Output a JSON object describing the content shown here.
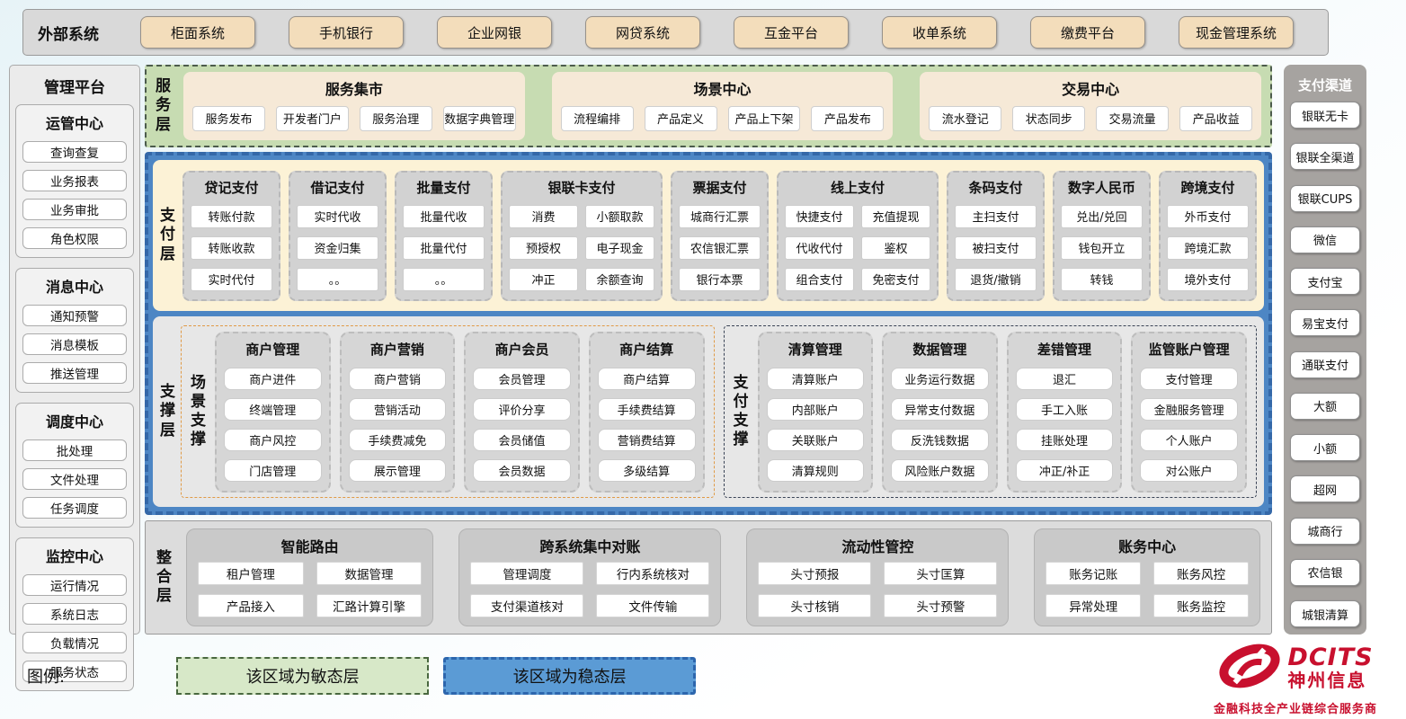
{
  "external_systems": {
    "label": "外部系统",
    "items": [
      "柜面系统",
      "手机银行",
      "企业网银",
      "网贷系统",
      "互金平台",
      "收单系统",
      "缴费平台",
      "现金管理系统"
    ]
  },
  "management_platform": {
    "title": "管理平台",
    "groups": [
      {
        "title": "运管中心",
        "items": [
          "查询查复",
          "业务报表",
          "业务审批",
          "角色权限"
        ]
      },
      {
        "title": "消息中心",
        "items": [
          "通知预警",
          "消息模板",
          "推送管理"
        ]
      },
      {
        "title": "调度中心",
        "items": [
          "批处理",
          "文件处理",
          "任务调度"
        ]
      },
      {
        "title": "监控中心",
        "items": [
          "运行情况",
          "系统日志",
          "负载情况",
          "服务状态"
        ]
      }
    ]
  },
  "service_layer": {
    "label": "服务层",
    "groups": [
      {
        "title": "服务集市",
        "items": [
          "服务发布",
          "开发者门户",
          "服务治理",
          "数据字典管理"
        ]
      },
      {
        "title": "场景中心",
        "items": [
          "流程编排",
          "产品定义",
          "产品上下架",
          "产品发布"
        ]
      },
      {
        "title": "交易中心",
        "items": [
          "流水登记",
          "状态同步",
          "交易流量",
          "产品收益"
        ]
      }
    ]
  },
  "payment_layer": {
    "label": "支付层",
    "columns": [
      {
        "title": "贷记支付",
        "cols": 1,
        "items": [
          "转账付款",
          "转账收款",
          "实时代付"
        ]
      },
      {
        "title": "借记支付",
        "cols": 1,
        "items": [
          "实时代收",
          "资金归集",
          "。。"
        ]
      },
      {
        "title": "批量支付",
        "cols": 1,
        "items": [
          "批量代收",
          "批量代付",
          "。。"
        ]
      },
      {
        "title": "银联卡支付",
        "cols": 2,
        "items": [
          "消费",
          "小额取款",
          "预授权",
          "电子现金",
          "冲正",
          "余额查询"
        ]
      },
      {
        "title": "票据支付",
        "cols": 1,
        "items": [
          "城商行汇票",
          "农信银汇票",
          "银行本票"
        ]
      },
      {
        "title": "线上支付",
        "cols": 2,
        "items": [
          "快捷支付",
          "充值提现",
          "代收代付",
          "鉴权",
          "组合支付",
          "免密支付"
        ]
      },
      {
        "title": "条码支付",
        "cols": 1,
        "items": [
          "主扫支付",
          "被扫支付",
          "退货/撤销"
        ]
      },
      {
        "title": "数字人民币",
        "cols": 1,
        "items": [
          "兑出/兑回",
          "钱包开立",
          "转钱"
        ]
      },
      {
        "title": "跨境支付",
        "cols": 1,
        "items": [
          "外币支付",
          "跨境汇款",
          "境外支付"
        ]
      }
    ]
  },
  "support_layer": {
    "label": "支撑层",
    "sections": [
      {
        "label": "场景支撑",
        "border": "orange",
        "columns": [
          {
            "title": "商户管理",
            "items": [
              "商户进件",
              "终端管理",
              "商户风控",
              "门店管理"
            ]
          },
          {
            "title": "商户营销",
            "items": [
              "商户营销",
              "营销活动",
              "手续费减免",
              "展示管理"
            ]
          },
          {
            "title": "商户会员",
            "items": [
              "会员管理",
              "评价分享",
              "会员储值",
              "会员数据"
            ]
          },
          {
            "title": "商户结算",
            "items": [
              "商户结算",
              "手续费结算",
              "营销费结算",
              "多级结算"
            ]
          }
        ]
      },
      {
        "label": "支付支撑",
        "border": "dark",
        "columns": [
          {
            "title": "清算管理",
            "items": [
              "清算账户",
              "内部账户",
              "关联账户",
              "清算规则"
            ]
          },
          {
            "title": "数据管理",
            "items": [
              "业务运行数据",
              "异常支付数据",
              "反洗钱数据",
              "风险账户数据"
            ]
          },
          {
            "title": "差错管理",
            "items": [
              "退汇",
              "手工入账",
              "挂账处理",
              "冲正/补正"
            ]
          },
          {
            "title": "监管账户管理",
            "items": [
              "支付管理",
              "金融服务管理",
              "个人账户",
              "对公账户"
            ]
          }
        ]
      }
    ]
  },
  "integration_layer": {
    "label": "整合层",
    "groups": [
      {
        "title": "智能路由",
        "items": [
          "租户管理",
          "数据管理",
          "产品接入",
          "汇路计算引擎"
        ]
      },
      {
        "title": "跨系统集中对账",
        "items": [
          "管理调度",
          "行内系统核对",
          "支付渠道核对",
          "文件传输"
        ]
      },
      {
        "title": "流动性管控",
        "items": [
          "头寸预报",
          "头寸匡算",
          "头寸核销",
          "头寸预警"
        ]
      },
      {
        "title": "账务中心",
        "items": [
          "账务记账",
          "账务风控",
          "异常处理",
          "账务监控"
        ]
      }
    ]
  },
  "payment_channels": {
    "title": "支付渠道",
    "items": [
      "银联无卡",
      "银联全渠道",
      "银联CUPS",
      "微信",
      "支付宝",
      "易宝支付",
      "通联支付",
      "大额",
      "小额",
      "超网",
      "城商行",
      "农信银",
      "城银清算"
    ]
  },
  "legend": {
    "label": "图例:",
    "items": [
      {
        "text": "该区域为敏态层",
        "type": "agile"
      },
      {
        "text": "该区域为稳态层",
        "type": "stable"
      }
    ]
  },
  "logo": {
    "name": "DCITS",
    "cn": "神州信息",
    "tagline": "金融科技全产业链综合服务商"
  },
  "colors": {
    "agile_green": "#c7dcb2",
    "stable_blue": "#4d86c4",
    "cream": "#fcf2d6",
    "panel_gray": "#d9d9d9",
    "channel_gray": "#a6a3a0",
    "brand_red": "#c8102e"
  }
}
